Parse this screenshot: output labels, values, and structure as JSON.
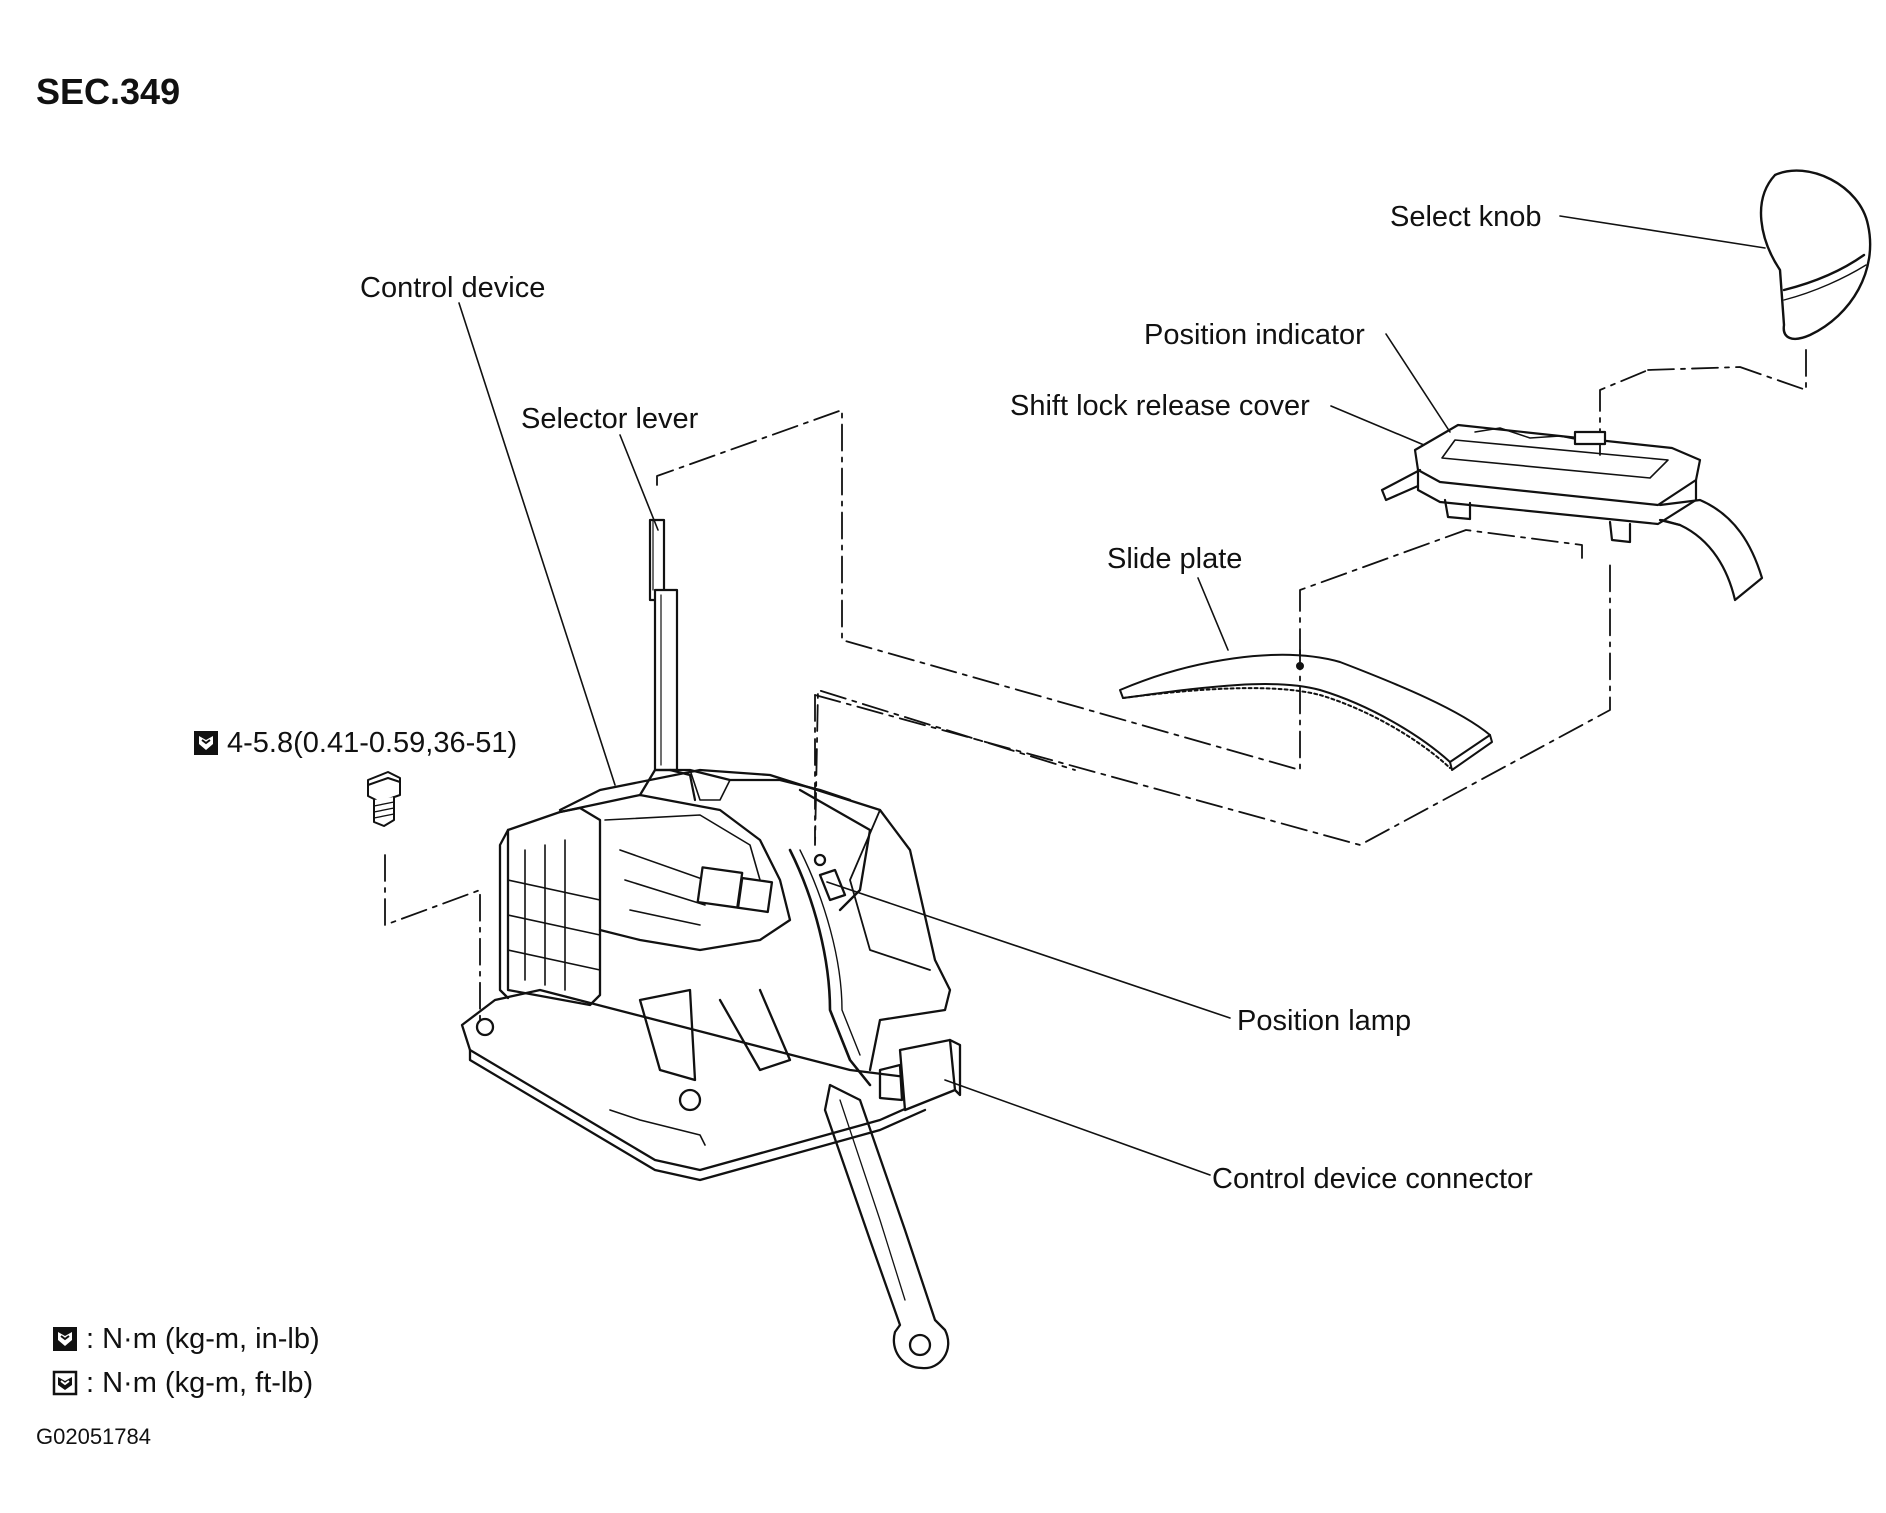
{
  "section": "SEC.349",
  "figure_id": "G02051784",
  "torque_spec": "4-5.8(0.41-0.59,36-51)",
  "labels": {
    "control_device": "Control device",
    "selector_lever": "Selector lever",
    "select_knob": "Select knob",
    "position_indicator": "Position indicator",
    "shift_lock_release_cover": "Shift lock release cover",
    "slide_plate": "Slide plate",
    "position_lamp": "Position lamp",
    "control_device_connector": "Control device connector"
  },
  "legend": [
    {
      "icon": "torque-wrench-filled-icon",
      "text": ": N·m (kg-m, in-lb)"
    },
    {
      "icon": "torque-wrench-outline-icon",
      "text": ": N·m (kg-m, ft-lb)"
    }
  ]
}
